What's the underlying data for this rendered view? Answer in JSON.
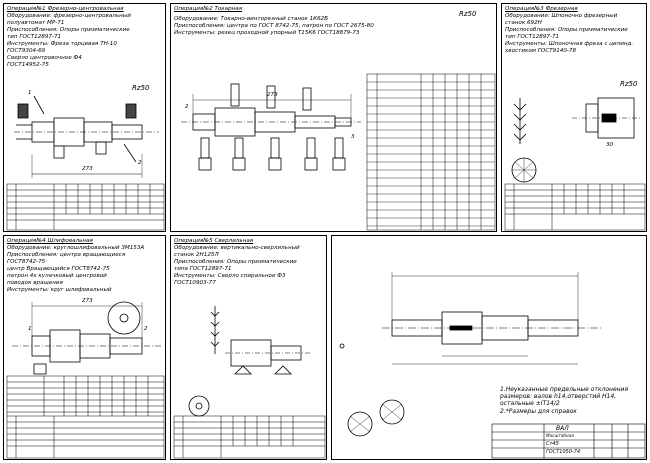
{
  "sheets": {
    "op1": {
      "title": "Операция№1 Фрезерно-центровальная",
      "lines": [
        "Оборудование: фрезерно-центровальный",
        "                      полуавтомат  МР-71",
        "Приспособления: Опоры призматические",
        "                      тип ГОСТ12897-71",
        "Инструменты: Фреза торцевая 7Н-10",
        "                ГОСТ9304-69",
        "                Сверло центровочное Ф4",
        "                ГОСТ14952-75"
      ],
      "roughness": "Rz50",
      "dims": [
        "273",
        "1",
        "2"
      ]
    },
    "op2": {
      "title": "Операция№2 Токарная",
      "lines": [
        "Оборудование: Токарно-винторезный станок 1К62Б",
        "Приспособления: центра по ГОСТ 8742-75, патрон по ГОСТ 2675-80",
        "Инструменты: резец проходной упорный Т15К6 ГОСТ18879-73"
      ],
      "roughness": "Rz50",
      "dims": [
        "273",
        "2",
        "3"
      ]
    },
    "op3": {
      "title": "Операция№3 Фрезерная",
      "lines": [
        "Оборудование: Шпоночно фрезерный",
        "                      станок 692Н",
        "Приспособления: Опоры призматические",
        "                      тип ГОСТ12897-71",
        "Инструменты: Шпоночная фреза с цилинд.",
        "                хвостиком ГОСТ9140-78"
      ],
      "roughness": "Rz50",
      "dims": [
        "30"
      ]
    },
    "op4": {
      "title": "Операция№4 Шлифовальная",
      "lines": [
        "Оборудование: круглошлифовальный 3М153А",
        "Приспособления: центра вращающиеся",
        "                                ГОСТ8742-75",
        "                центр Вращающийся ГОСТ8742-75",
        "                патрон 4х кулачковый центровой",
        "                поводок вращения",
        "Инструменты: круг шлифовальный"
      ],
      "dims": [
        "273",
        "1",
        "2"
      ]
    },
    "op5": {
      "title": "Операция№5 Сверлильная",
      "lines": [
        "Оборудование: вертикально-сверлильный",
        "станок 2Н125Л",
        "Приспособления: Опоры призматические",
        "                      типа ГОСТ12897-71",
        "Инструменты: Сверло спиральное Ф3",
        "                ГОСТ10903-77"
      ]
    },
    "assembly": {
      "notes": [
        "1.Неуказанные предельные отклонения",
        "размеров: валов h14,отверстий Н14,",
        "остальные ±IT14/2",
        "2.*Размеры для справок"
      ],
      "stamp_a": "ВАЛ",
      "stamp_b": "Ст45",
      "stamp_c": "ГОСТ1050-74",
      "stamp_d": "Масштабная"
    }
  },
  "colors": {
    "ink": "#000000",
    "paper": "#ffffff"
  }
}
